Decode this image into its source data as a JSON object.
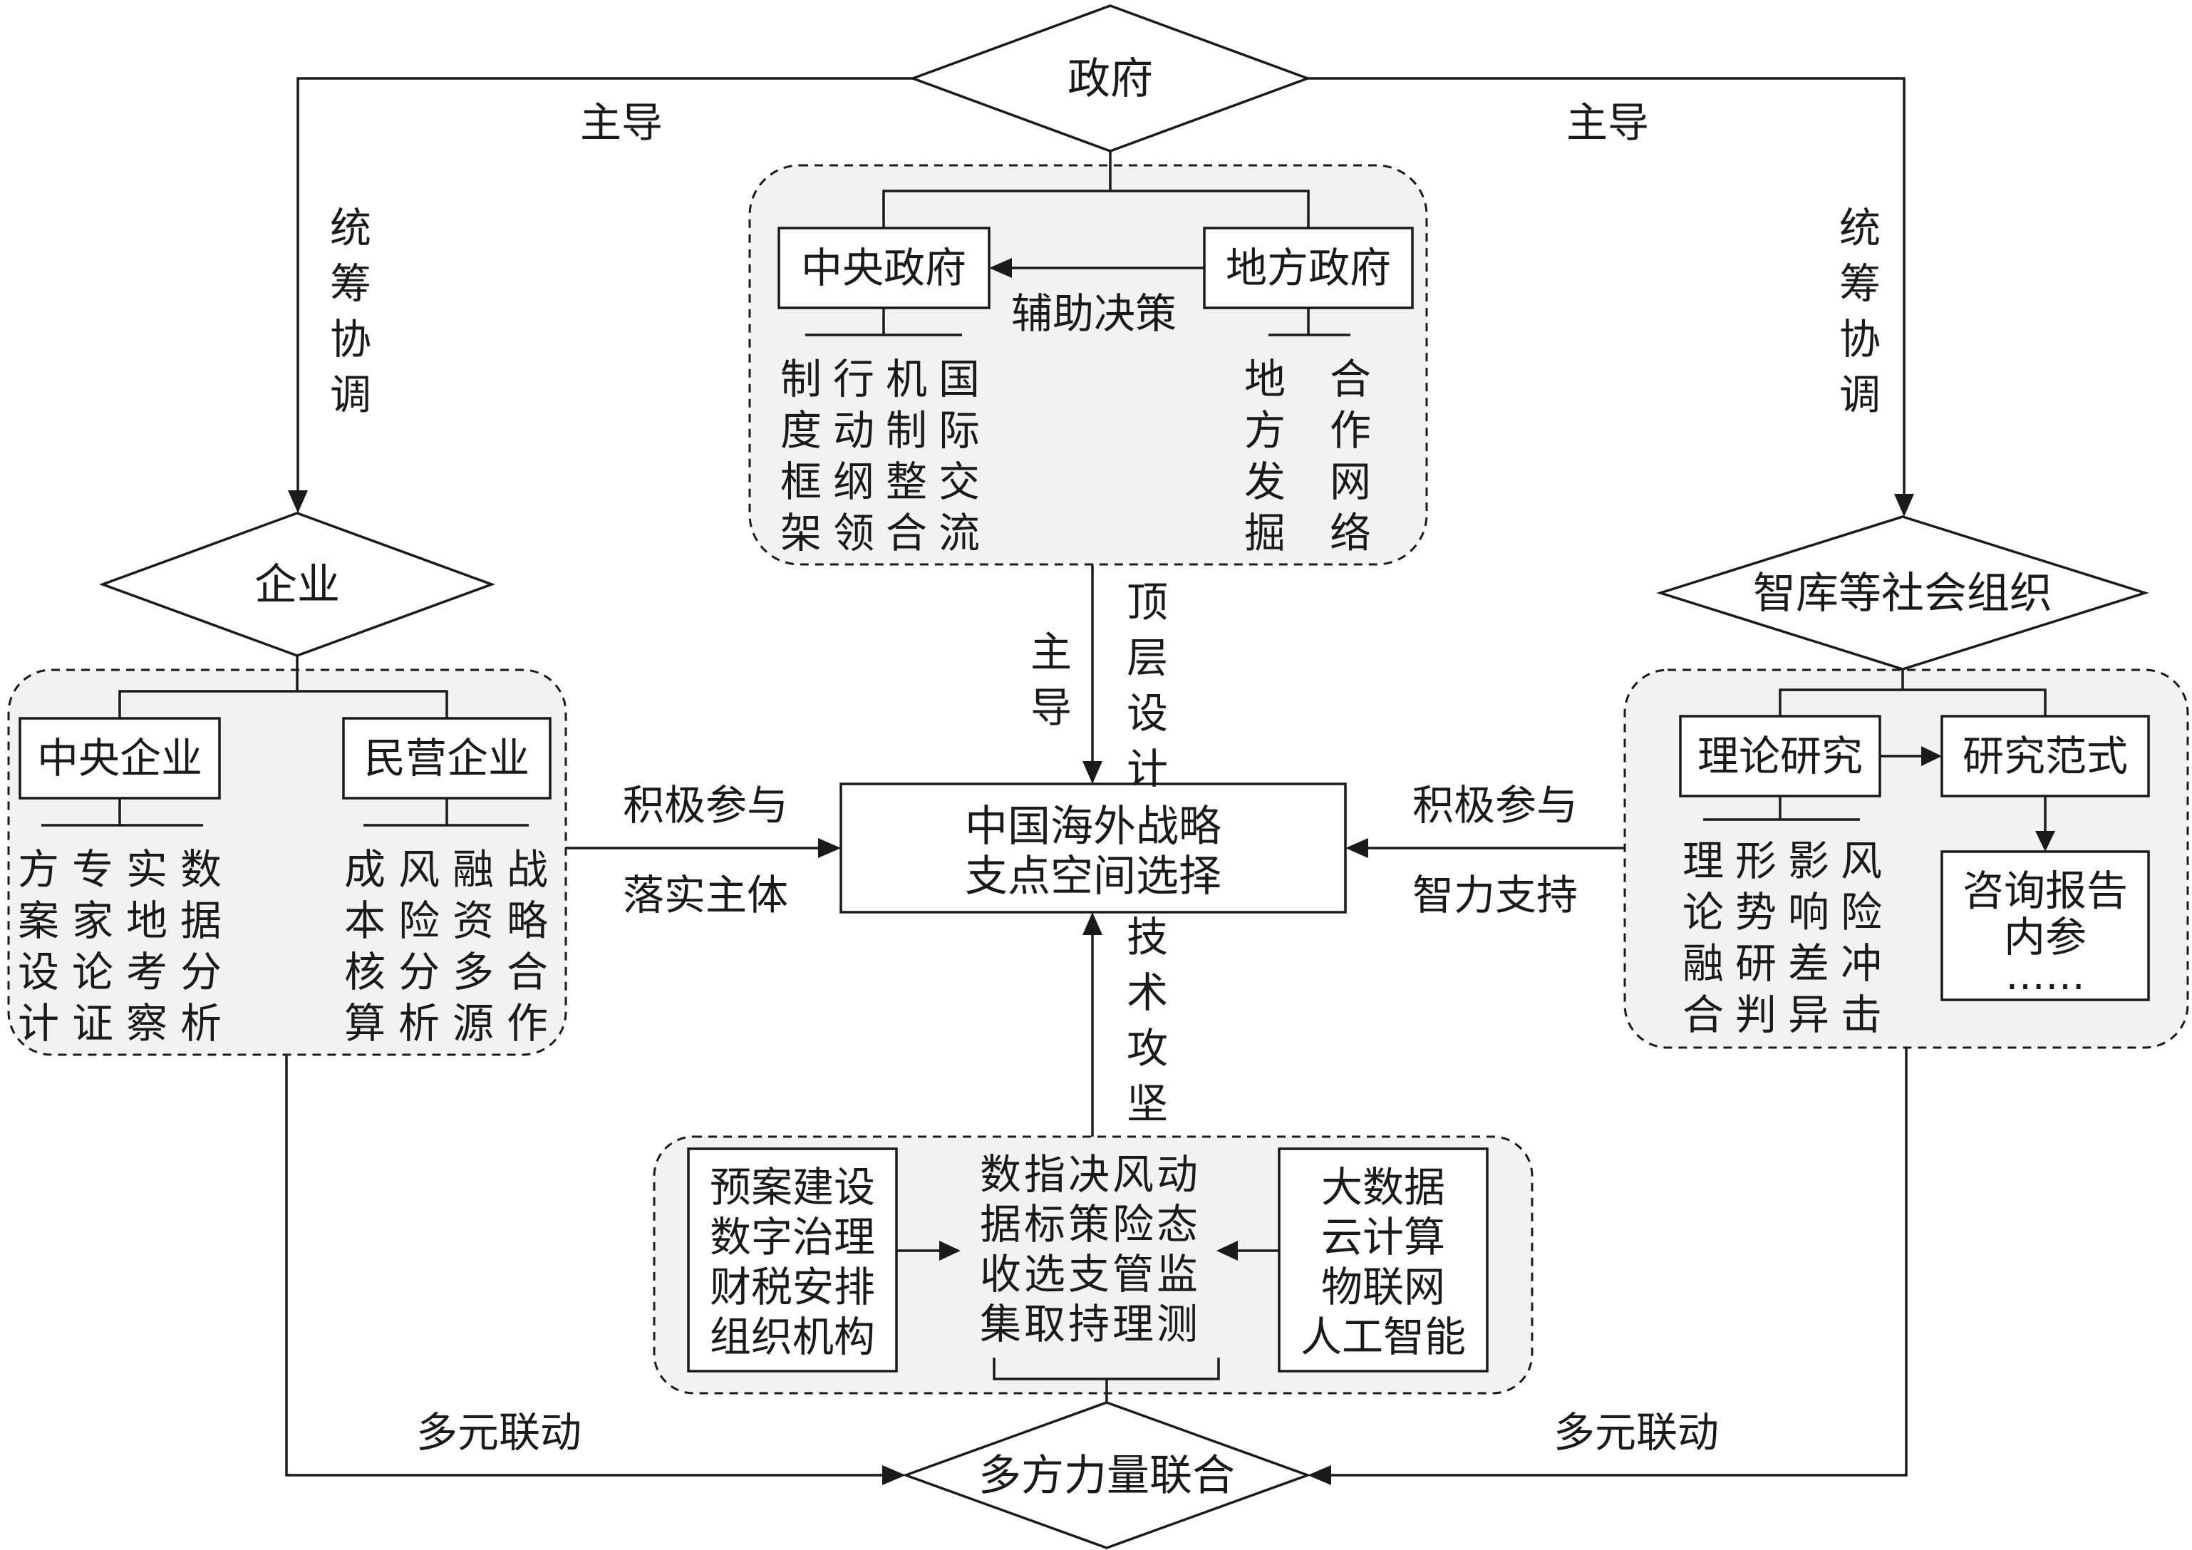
{
  "nodes": {
    "government": "政府",
    "enterprise": "企业",
    "think_tank": "智库等社会组织",
    "central_government": "中央政府",
    "local_government": "地方政府",
    "central_enterprise": "中央企业",
    "private_enterprise": "民营企业",
    "theory_research": "理论研究",
    "research_paradigm": "研究范式",
    "center": [
      "中国海外战略",
      "支点空间选择"
    ],
    "multi_force": "多方力量联合",
    "consult_report": [
      "咨询报告",
      "内参",
      "……"
    ],
    "tech_left": [
      "预案建设",
      "数字治理",
      "财税安排",
      "组织机构"
    ],
    "tech_mid": [
      "数指决风动",
      "据标策险态",
      "收选支管监",
      "集取持理测"
    ],
    "tech_right": [
      "大数据",
      "云计算",
      "物联网",
      "人工智能"
    ]
  },
  "columns": {
    "central_gov_items": [
      "制度框架",
      "行动纲领",
      "机制整合",
      "国际交流"
    ],
    "local_gov_items": [
      "地方发掘",
      "合作网络"
    ],
    "central_ent_items": [
      "方案设计",
      "专家论证",
      "实地考察",
      "数据分析"
    ],
    "private_ent_items": [
      "成本核算",
      "风险分析",
      "融资多源",
      "战略合作"
    ],
    "think_tank_items": [
      "理论融合",
      "形势研判",
      "影响差异",
      "风险冲击"
    ]
  },
  "edge_labels": {
    "lead_left": "主导",
    "lead_right": "主导",
    "coordinate_left": "统筹协调",
    "coordinate_right": "统筹协调",
    "assist_decision": "辅助决策",
    "lead_center": "主导",
    "top_design": "顶层设计",
    "participate_left": "积极参与",
    "implement_subject": "落实主体",
    "participate_right": "积极参与",
    "intellectual_support": "智力支持",
    "tech_tackle": "技术攻坚",
    "multi_link_left": "多元联动",
    "multi_link_right": "多元联动"
  }
}
